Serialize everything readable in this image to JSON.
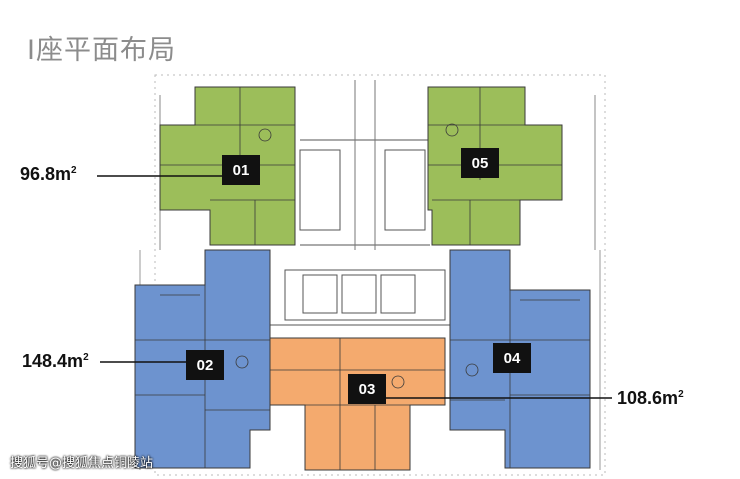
{
  "title": "I座平面布局",
  "colors": {
    "green": "#9cbe5a",
    "blue": "#6d93cf",
    "orange": "#f4aa6e",
    "line": "#3a3a3a"
  },
  "units": [
    {
      "id": "01",
      "area": "96.8m",
      "sup": "2"
    },
    {
      "id": "02",
      "area": "148.4m",
      "sup": "2"
    },
    {
      "id": "03",
      "area": "108.6m",
      "sup": "2"
    },
    {
      "id": "04",
      "area": "",
      "sup": ""
    },
    {
      "id": "05",
      "area": "",
      "sup": ""
    }
  ],
  "watermark": "搜狐号@搜狐焦点铜陵站"
}
